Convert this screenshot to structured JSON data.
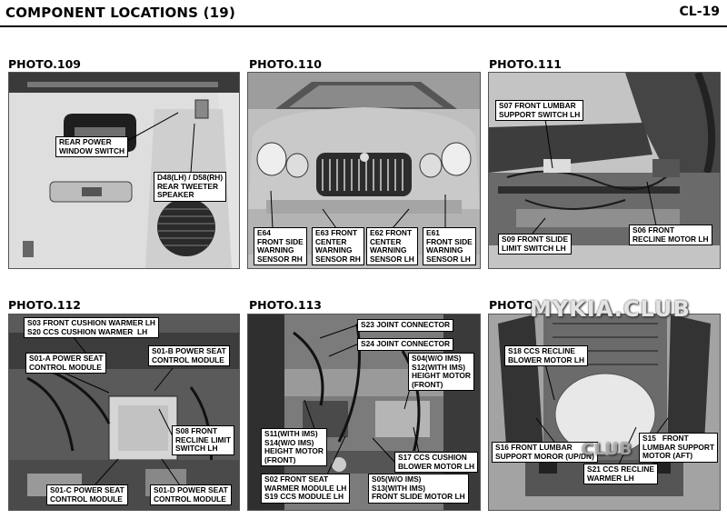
{
  "header": {
    "title": "COMPONENT LOCATIONS (19)",
    "page": "CL-19"
  },
  "photos": [
    {
      "caption": "PHOTO.109",
      "labels": [
        "REAR POWER\nWINDOW SWITCH",
        "D48(LH) / D58(RH)\nREAR TWEETER\nSPEAKER"
      ]
    },
    {
      "caption": "PHOTO.110",
      "labels": [
        "E64\nFRONT SIDE\nWARNING\nSENSOR RH",
        "E63 FRONT\nCENTER\nWARNING\nSENSOR RH",
        "E62 FRONT\nCENTER\nWARNING\nSENSOR LH",
        "E61\nFRONT SIDE\nWARNING\nSENSOR LH"
      ]
    },
    {
      "caption": "PHOTO.111",
      "labels": [
        "S07 FRONT LUMBAR\nSUPPORT SWITCH LH",
        "S06 FRONT\nRECLINE MOTOR LH",
        "S09 FRONT SLIDE\nLIMIT SWITCH LH"
      ]
    },
    {
      "caption": "PHOTO.112",
      "labels": [
        "S03 FRONT CUSHION WARMER LH\nS20 CCS CUSHION WARMER  LH",
        "S01-A POWER SEAT\nCONTROL MODULE",
        "S01-B POWER SEAT\nCONTROL MODULE",
        "S08 FRONT\nRECLINE LIMIT\nSWITCH LH",
        "S01-C POWER SEAT\nCONTROL MODULE",
        "S01-D POWER SEAT\nCONTROL MODULE"
      ]
    },
    {
      "caption": "PHOTO.113",
      "labels": [
        "S23 JOINT CONNECTOR",
        "S24 JOINT CONNECTOR",
        "S04(W/O IMS)\nS12(WITH IMS)\nHEIGHT MOTOR\n(FRONT)",
        "S11(WITH IMS)\nS14(W/O IMS)\nHEIGHT MOTOR\n(FRONT)",
        "S17 CCS CUSHION\nBLOWER MOTOR LH",
        "S02 FRONT SEAT\nWARMER MODULE LH\nS19 CCS MODULE LH",
        "S05(W/O IMS)\nS13(WITH IMS)\nFRONT SLIDE MOTOR LH"
      ]
    },
    {
      "caption": "PHOTO",
      "labels": [
        "S18 CCS RECLINE\nBLOWER MOTOR LH",
        "S16 FRONT LUMBAR\nSUPPORT MOROR (UP/DN)",
        "S15   FRONT\nLUMBAR SUPPORT\nMOTOR (AFT)",
        "S21 CCS RECLINE\nWARMER LH"
      ]
    }
  ],
  "watermark": {
    "main": "MYKIA.CLUB",
    "faint": "CLUB"
  }
}
